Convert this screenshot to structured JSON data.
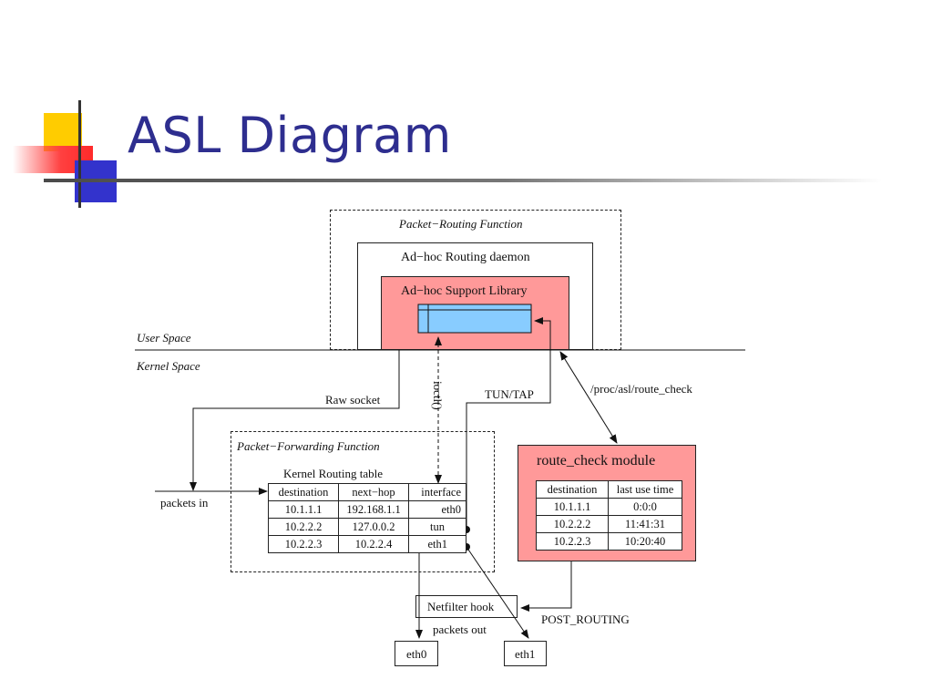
{
  "slide": {
    "title": "ASL Diagram"
  },
  "diagram": {
    "packet_routing_function": "Packet−Routing Function",
    "routing_daemon": "Ad−hoc Routing daemon",
    "support_library": "Ad−hoc Support Library",
    "user_space": "User Space",
    "kernel_space": "Kernel Space",
    "raw_socket": "Raw socket",
    "ioctl": "ioctl()",
    "tun_tap": "TUN/TAP",
    "proc_route_check": "/proc/asl/route_check",
    "packet_forwarding_function": "Packet−Forwarding Function",
    "kernel_routing_table": {
      "title": "Kernel Routing table",
      "headers": [
        "destination",
        "next−hop",
        "interface"
      ],
      "rows": [
        [
          "10.1.1.1",
          "192.168.1.1",
          "eth0"
        ],
        [
          "10.2.2.2",
          "127.0.0.2",
          "tun"
        ],
        [
          "10.2.2.3",
          "10.2.2.4",
          "eth1"
        ]
      ]
    },
    "packets_in": "packets in",
    "route_check_module": {
      "title": "route_check module",
      "headers": [
        "destination",
        "last use time"
      ],
      "rows": [
        [
          "10.1.1.1",
          "0:0:0"
        ],
        [
          "10.2.2.2",
          "11:41:31"
        ],
        [
          "10.2.2.3",
          "10:20:40"
        ]
      ]
    },
    "netfilter_hook": "Netfilter hook",
    "post_routing": "POST_ROUTING",
    "packets_out": "packets out",
    "eth0": "eth0",
    "eth1": "eth1",
    "colors": {
      "title": "#2e2e8f",
      "module_fill": "#ff9999",
      "buffer_fill": "#88ccff"
    }
  }
}
